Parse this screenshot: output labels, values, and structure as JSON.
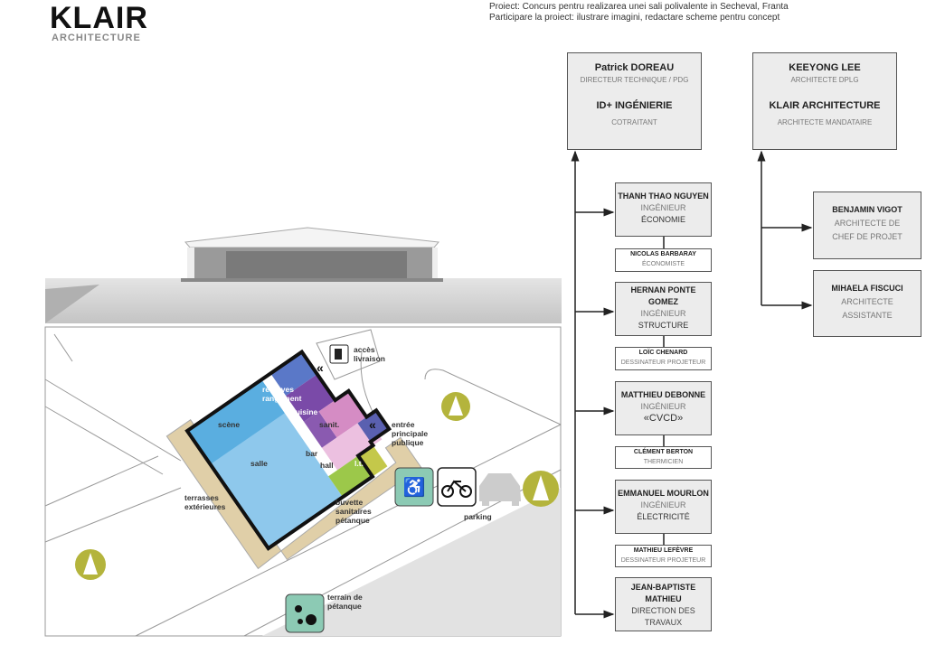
{
  "logo": {
    "name": "KLAIR",
    "sub": "ARCHITECTURE"
  },
  "project": {
    "line1": "Proiect: Concurs pentru realizarea unei sali polivalente in Secheval, Franta",
    "line2": "Participare la proiect: ilustrare imagini, redactare scheme pentru concept"
  },
  "org": {
    "left_head": {
      "name": "Patrick DOREAU",
      "role": "DIRECTEUR TECHNIQUE / PDG",
      "company": "ID+ INGÉNIERIE",
      "company_role": "COTRAITANT"
    },
    "right_head": {
      "name": "KEEYONG LEE",
      "role": "ARCHITECTE DPLG",
      "company": "KLAIR ARCHITECTURE",
      "company_role": "ARCHITECTE MANDATAIRE"
    },
    "left_members": [
      {
        "name": "THANH THAO NGUYEN",
        "l1": "INGÉNIEUR",
        "l2": "ÉCONOMIE",
        "sub_name": "NICOLAS BARBARAY",
        "sub_role": "ÉCONOMISTE"
      },
      {
        "name": "HERNAN PONTE GOMEZ",
        "l1": "INGÉNIEUR",
        "l2": "STRUCTURE",
        "sub_name": "LOÏC CHENARD",
        "sub_role": "DESSINATEUR PROJETEUR"
      },
      {
        "name": "MATTHIEU DEBONNE",
        "l1": "INGÉNIEUR",
        "l2": "«CVCD»",
        "sub_name": "CLÉMENT BERTON",
        "sub_role": "THERMICIEN"
      },
      {
        "name": "EMMANUEL MOURLON",
        "l1": "INGÉNIEUR",
        "l2": "ÉLECTRICITÉ",
        "sub_name": "MATHIEU LEFÈVRE",
        "sub_role": "DESSINATEUR PROJETEUR"
      },
      {
        "name": "JEAN-BAPTISTE MATHIEU",
        "l1": "DIRECTION DES TRAVAUX"
      }
    ],
    "right_members": [
      {
        "name": "BENJAMIN VIGOT",
        "l1": "ARCHITECTE DE",
        "l2": "CHEF DE PROJET"
      },
      {
        "name": "MIHAELA FISCUCI",
        "l1": "ARCHITECTE",
        "l2": "ASSISTANTE"
      }
    ]
  },
  "plan": {
    "acces": "accès livraison",
    "reserves": "réserves rangement",
    "cuisine": "cuisine",
    "scene": "scène",
    "sanit": "sanit.",
    "entree": "entrée principale publique",
    "bar": "bar",
    "hall": "hall",
    "lt": "l.t.",
    "salle": "salle",
    "terrasses": "terrasses extérieures",
    "buvette": "buvette sanitaires pétanque",
    "parking": "parking",
    "petanque": "terrain de pétanque"
  },
  "colors": {
    "salle": "#8ec8ec",
    "scene": "#5aaee0",
    "purple": "#7a4aa8",
    "pink": "#e4a8d4",
    "green": "#9cc84a",
    "tan": "#e0cfa8",
    "tree": "#b4b43c",
    "teal": "#8ccab4"
  }
}
